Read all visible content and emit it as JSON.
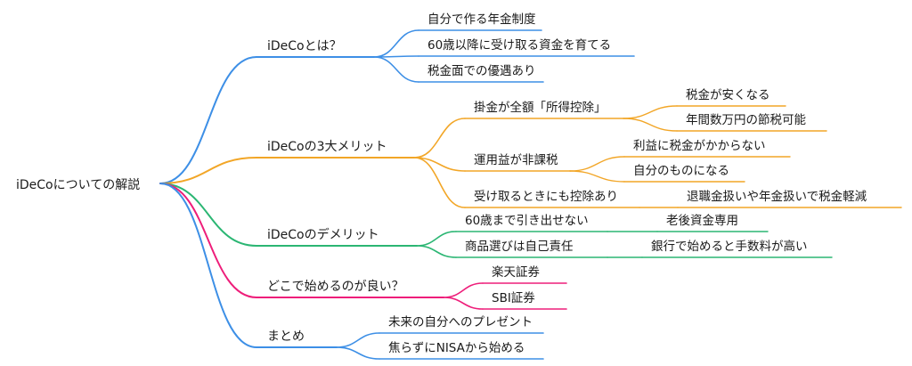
{
  "colors": {
    "blue": "#3d8fe6",
    "orange": "#f2a627",
    "green": "#2bb673",
    "pink": "#ee1e7a",
    "text": "#1a1a1a"
  },
  "mindmap": {
    "root": "iDeCoについての解説",
    "branches": [
      {
        "label": "iDeCoとは？",
        "children": [
          {
            "label": "自分で作る年金制度"
          },
          {
            "label": "60歳以降に受け取る資金を育てる"
          },
          {
            "label": "税金面での優遇あり"
          }
        ]
      },
      {
        "label": "iDeCoの3大メリット",
        "children": [
          {
            "label": "掛金が全額「所得控除」",
            "children": [
              "税金が安くなる",
              "年間数万円の節税可能"
            ]
          },
          {
            "label": "運用益が非課税",
            "children": [
              "利益に税金がかからない",
              "自分のものになる"
            ]
          },
          {
            "label": "受け取るときにも控除あり",
            "children": [
              "退職金扱いや年金扱いで税金軽減"
            ]
          }
        ]
      },
      {
        "label": "iDeCoのデメリット",
        "children": [
          {
            "label": "60歳まで引き出せない",
            "children": [
              "老後資金専用"
            ]
          },
          {
            "label": "商品選びは自己責任",
            "children": [
              "銀行で始めると手数料が高い"
            ]
          }
        ]
      },
      {
        "label": "どこで始めるのが良い？",
        "children": [
          {
            "label": "楽天証券"
          },
          {
            "label": "SBI証券"
          }
        ]
      },
      {
        "label": "まとめ",
        "children": [
          {
            "label": "未来の自分へのプレゼント"
          },
          {
            "label": "焦らずにNISAから始める"
          }
        ]
      }
    ]
  }
}
